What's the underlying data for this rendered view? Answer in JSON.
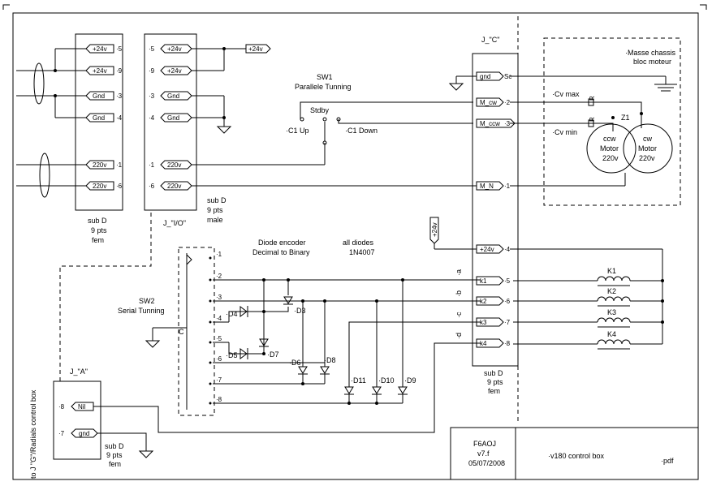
{
  "title_block": {
    "author": "F6AOJ",
    "version": "v7.f",
    "date": "05/07/2008",
    "title": "·v180 control box",
    "format": "·pdf"
  },
  "connectors": {
    "left_subd": {
      "pins": [
        {
          "label": "+24v",
          "num": "·5"
        },
        {
          "label": "+24v",
          "num": "·9"
        },
        {
          "label": "Gnd",
          "num": "·3"
        },
        {
          "label": "Gnd",
          "num": "·4"
        },
        {
          "label": "220v",
          "num": "·1"
        },
        {
          "label": "220v",
          "num": "·6"
        }
      ],
      "caption": [
        "sub D",
        "9 pts",
        "fem"
      ]
    },
    "io_subd": {
      "pins": [
        {
          "label": "+24v",
          "num": "·5"
        },
        {
          "label": "+24v",
          "num": "·9"
        },
        {
          "label": "Gnd",
          "num": "·3"
        },
        {
          "label": "Gnd",
          "num": "·4"
        },
        {
          "label": "220v",
          "num": "·1"
        },
        {
          "label": "220v",
          "num": "·6"
        }
      ],
      "name": "J_\"I/O\"",
      "caption": [
        "sub D",
        "9 pts",
        "male"
      ],
      "out_label": "+24v"
    },
    "c_subd": {
      "name": "J_\"C\"",
      "pins": [
        {
          "label": "gnd",
          "num": "Sc"
        },
        {
          "label": "M_cw",
          "num": "·2"
        },
        {
          "label": "M_ccw",
          "num": "·3"
        },
        {
          "label": "M_N",
          "num": "·1"
        },
        {
          "label": "+24v",
          "num": "·4"
        },
        {
          "label": "k1",
          "num": "·5"
        },
        {
          "label": "k2",
          "num": "·6"
        },
        {
          "label": "k3",
          "num": "·7"
        },
        {
          "label": "k4",
          "num": "·8"
        }
      ],
      "caption": [
        "sub D",
        "9 pts",
        "fem"
      ],
      "supply_label": "+24v"
    },
    "a_subd": {
      "name": "J_\"A\"",
      "pins": [
        {
          "label": "Nil",
          "num": "·8"
        },
        {
          "label": "gnd",
          "num": "·7"
        }
      ],
      "caption": [
        "sub D",
        "9 pts",
        "fem"
      ],
      "side_label": "to J \"G\"/Radials control box"
    }
  },
  "sw1": {
    "title": "SW1",
    "subtitle": "Parallele Tunning",
    "stdby": "Stdby",
    "up": "·C1 Up",
    "down": "·C1 Down"
  },
  "sw2": {
    "title": "SW2",
    "subtitle": "Serial Tunning",
    "common": "C",
    "positions": [
      "·1",
      "·2",
      "·3",
      "·4",
      "·5",
      "·6",
      "·7",
      "·8"
    ]
  },
  "encoder": {
    "title": "Diode encoder",
    "subtitle": "Decimal to Binary",
    "note_title": "all diodes",
    "note_part": "1N4007",
    "diodes": [
      "·D4",
      "·D3",
      "·D5",
      "·D7",
      "·D6",
      "·D8",
      "·D11",
      "·D10",
      "·D9"
    ],
    "bit_labels": [
      "·a",
      "·b",
      "·c",
      "·d"
    ]
  },
  "relays": [
    "K1",
    "K2",
    "K3",
    "K4"
  ],
  "motor_box": {
    "chassis": "·Masse chassis",
    "chassis2": "bloc moteur",
    "cv_max": "·Cv max",
    "cv_min": "·Cv min",
    "r": "R",
    "z1": "Z1",
    "ccw": [
      "ccw",
      "Motor",
      "220v"
    ],
    "cw": [
      "cw",
      "Motor",
      "220v"
    ]
  }
}
